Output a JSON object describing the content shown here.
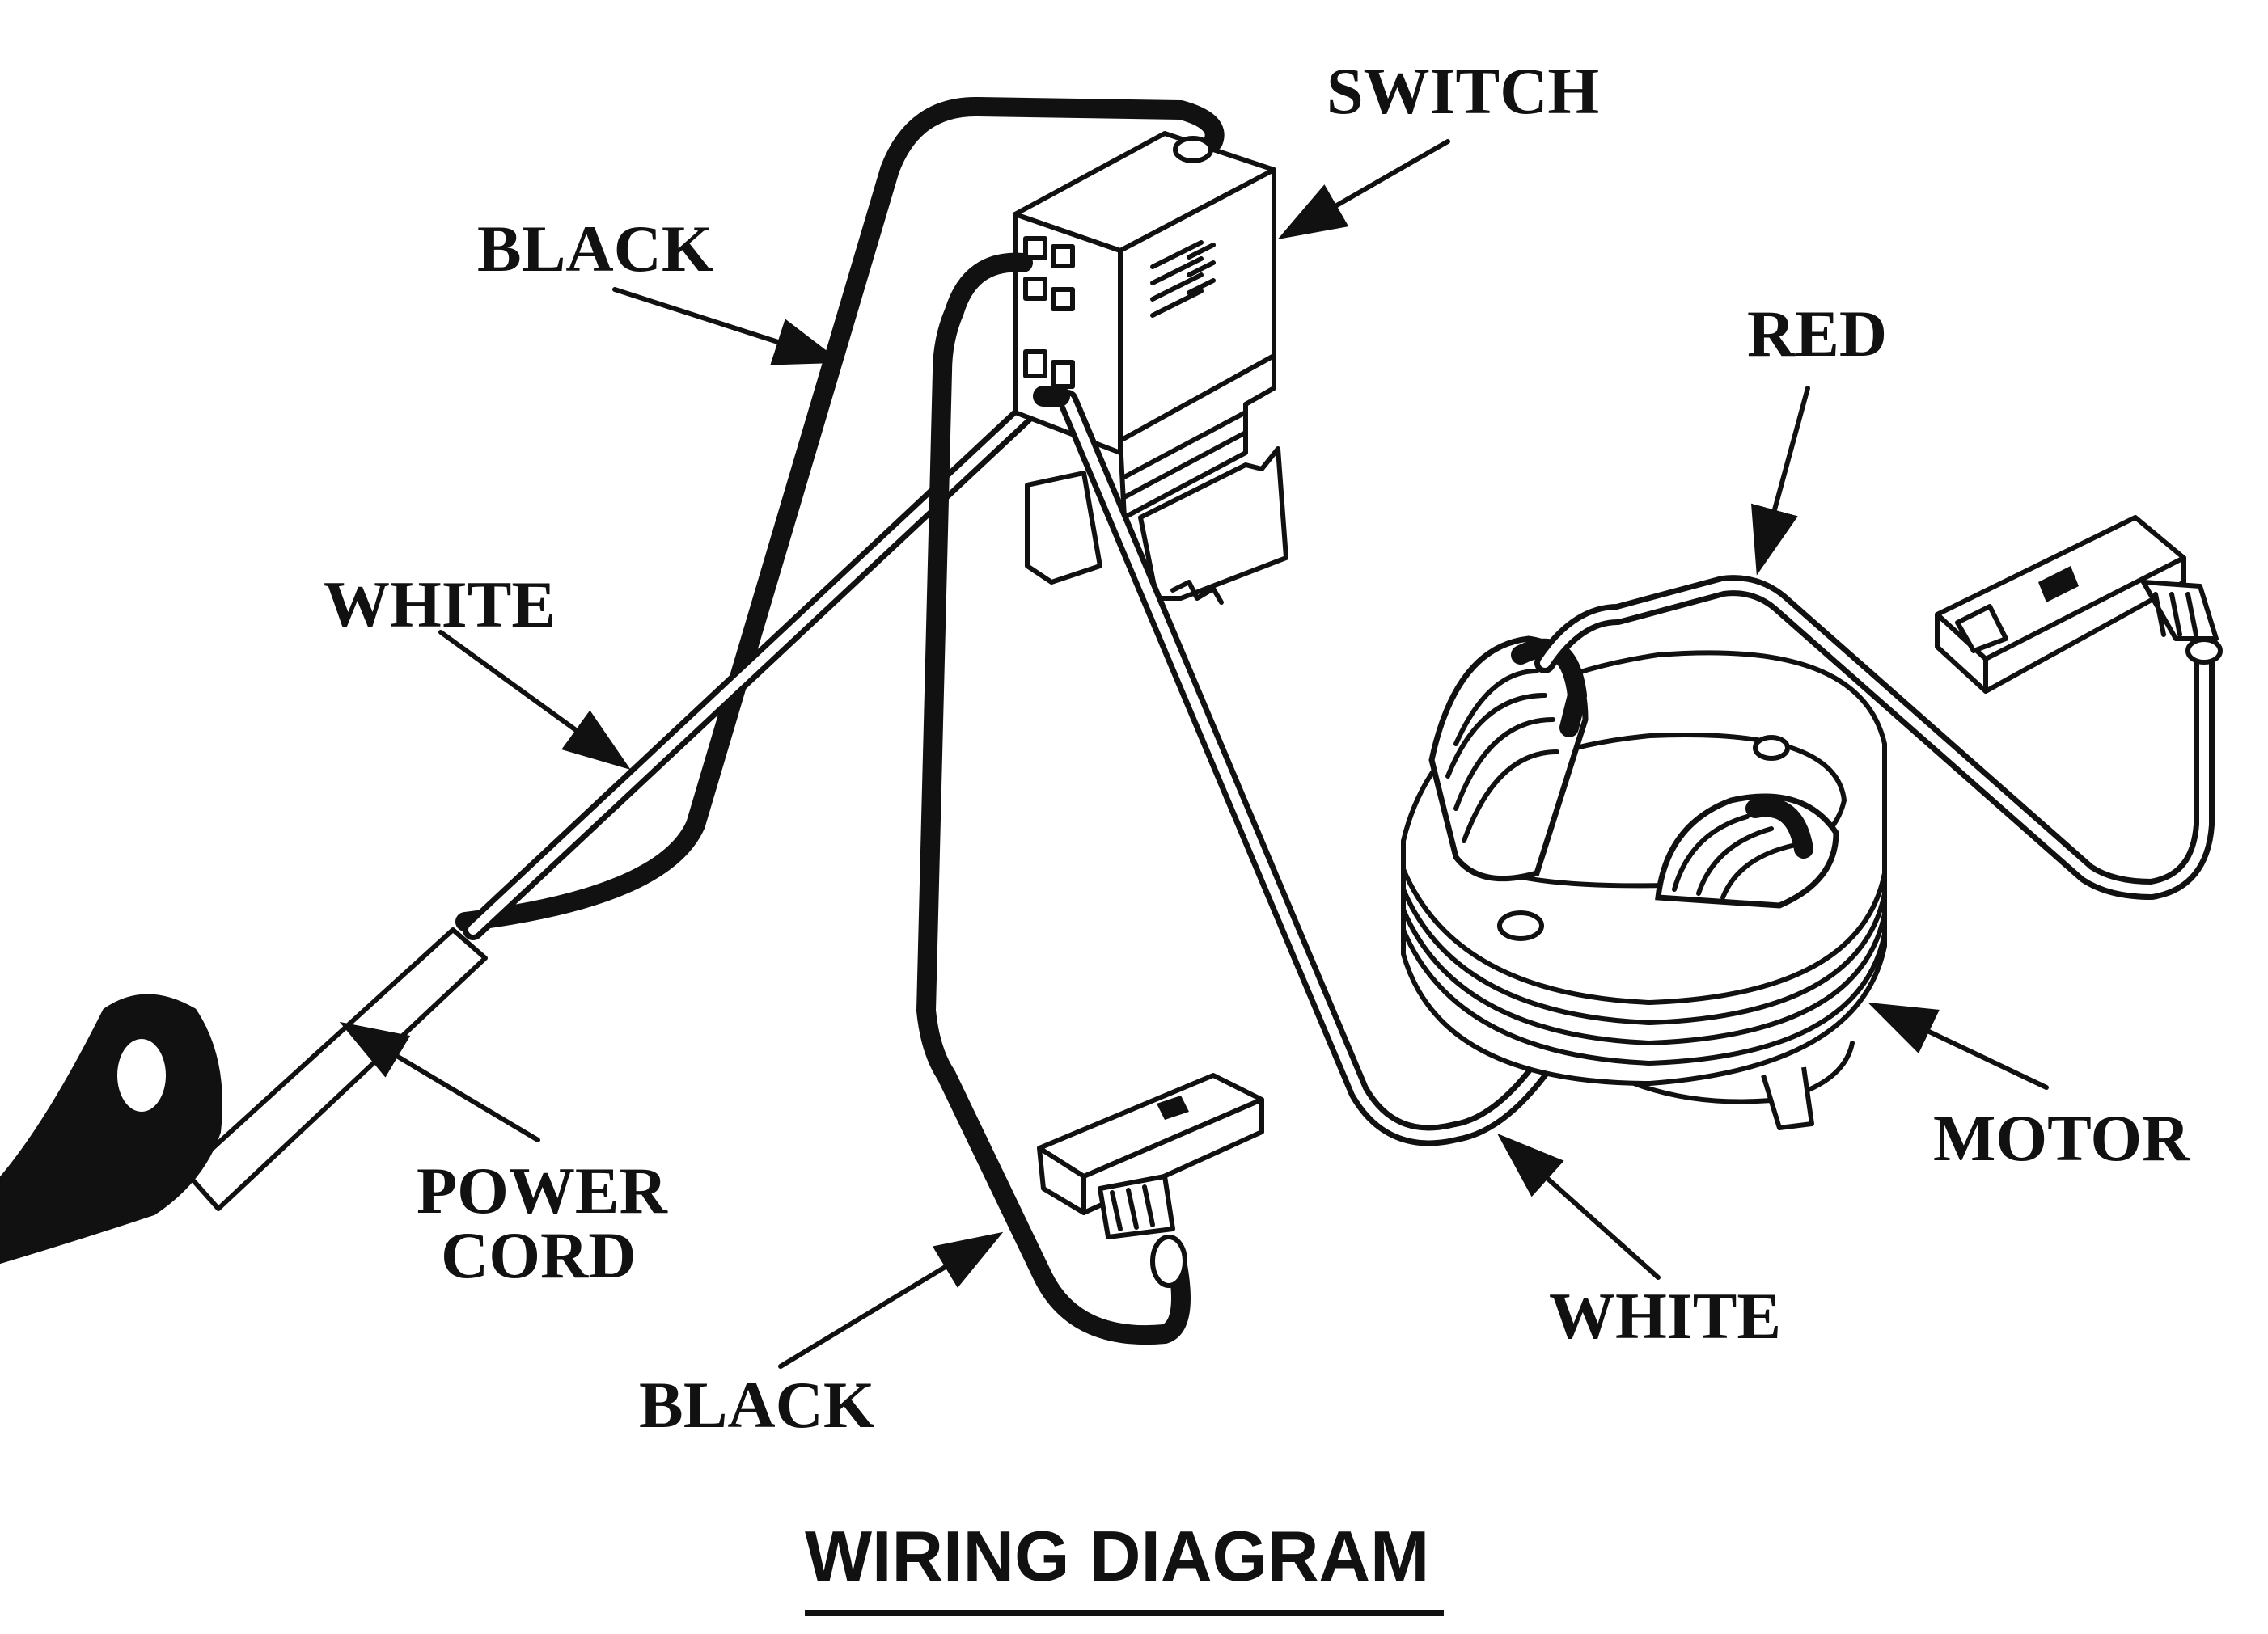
{
  "title": "WIRING DIAGRAM",
  "labels": {
    "switch": "SWITCH",
    "black_top": "BLACK",
    "red": "RED",
    "white_left": "WHITE",
    "power_cord_line1": "POWER",
    "power_cord_line2": "CORD",
    "black_bottom": "BLACK",
    "white_bottom": "WHITE",
    "motor": "MOTOR"
  },
  "colors": {
    "ink": "#111111",
    "paper": "#ffffff"
  },
  "icons": [
    "power-cord-plug",
    "switch-box",
    "motor-stator",
    "connector-plug"
  ]
}
